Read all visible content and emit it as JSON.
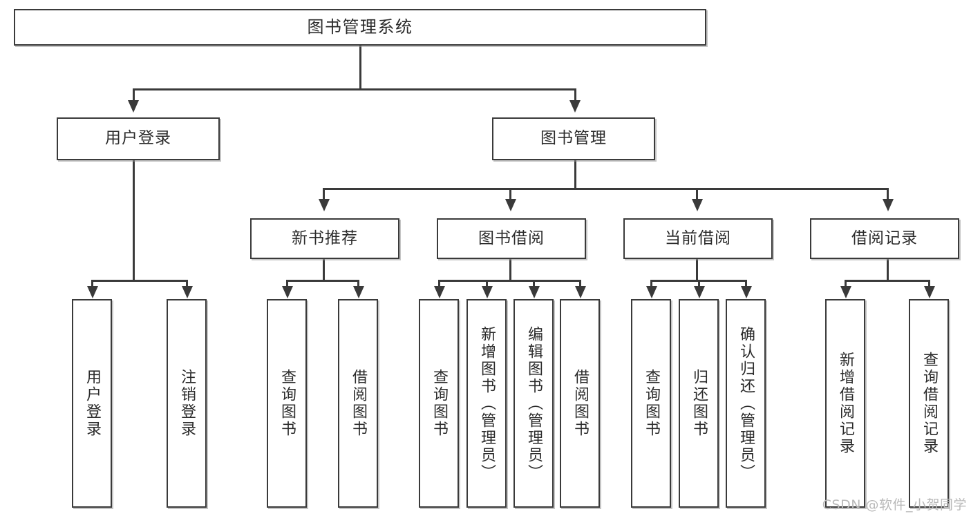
{
  "diagram": {
    "title": "图书管理系统",
    "type": "tree",
    "watermark": "CSDN @软件_小贺同学",
    "colors": {
      "box_border": "#3a3a3a",
      "box_fill": "#ffffff",
      "connector": "#3a3a3a",
      "text": "#2b2b2b",
      "watermark": "#b9b9b9",
      "background": "#ffffff"
    },
    "levels": {
      "root": "图书管理系统",
      "level2": [
        "用户登录",
        "图书管理"
      ],
      "level3": [
        "新书推荐",
        "图书借阅",
        "当前借阅",
        "借阅记录"
      ]
    }
  },
  "nodes": {
    "root": {
      "label": "图书管理系统"
    },
    "user_login": {
      "label": "用户登录"
    },
    "book_manage": {
      "label": "图书管理"
    },
    "new_book_rec": {
      "label": "新书推荐"
    },
    "book_borrow": {
      "label": "图书借阅"
    },
    "current_borrow": {
      "label": "当前借阅"
    },
    "borrow_record": {
      "label": "借阅记录"
    },
    "leaf_user_login": {
      "label": "用户登录"
    },
    "leaf_user_logout": {
      "label": "注销登录"
    },
    "leaf_query_book_a": {
      "label": "查询图书"
    },
    "leaf_borrow_book_a": {
      "label": "借阅图书"
    },
    "leaf_query_book_b": {
      "label": "查询图书"
    },
    "leaf_add_book": {
      "label": "新增图书（管理员）"
    },
    "leaf_edit_book": {
      "label": "编辑图书（管理员）"
    },
    "leaf_borrow_book_b": {
      "label": "借阅图书"
    },
    "leaf_query_book_c": {
      "label": "查询图书"
    },
    "leaf_return_book": {
      "label": "归还图书"
    },
    "leaf_confirm_return": {
      "label": "确认归还（管理员）"
    },
    "leaf_add_record": {
      "label": "新增借阅记录"
    },
    "leaf_query_record": {
      "label": "查询借阅记录"
    }
  },
  "edges": [
    {
      "from": "root",
      "to": "user_login"
    },
    {
      "from": "root",
      "to": "book_manage"
    },
    {
      "from": "user_login",
      "to": "leaf_user_login"
    },
    {
      "from": "user_login",
      "to": "leaf_user_logout"
    },
    {
      "from": "book_manage",
      "to": "new_book_rec"
    },
    {
      "from": "book_manage",
      "to": "book_borrow"
    },
    {
      "from": "book_manage",
      "to": "current_borrow"
    },
    {
      "from": "book_manage",
      "to": "borrow_record"
    },
    {
      "from": "new_book_rec",
      "to": "leaf_query_book_a"
    },
    {
      "from": "new_book_rec",
      "to": "leaf_borrow_book_a"
    },
    {
      "from": "book_borrow",
      "to": "leaf_query_book_b"
    },
    {
      "from": "book_borrow",
      "to": "leaf_add_book"
    },
    {
      "from": "book_borrow",
      "to": "leaf_edit_book"
    },
    {
      "from": "book_borrow",
      "to": "leaf_borrow_book_b"
    },
    {
      "from": "current_borrow",
      "to": "leaf_query_book_c"
    },
    {
      "from": "current_borrow",
      "to": "leaf_return_book"
    },
    {
      "from": "current_borrow",
      "to": "leaf_confirm_return"
    },
    {
      "from": "borrow_record",
      "to": "leaf_add_record"
    },
    {
      "from": "borrow_record",
      "to": "leaf_query_record"
    }
  ]
}
